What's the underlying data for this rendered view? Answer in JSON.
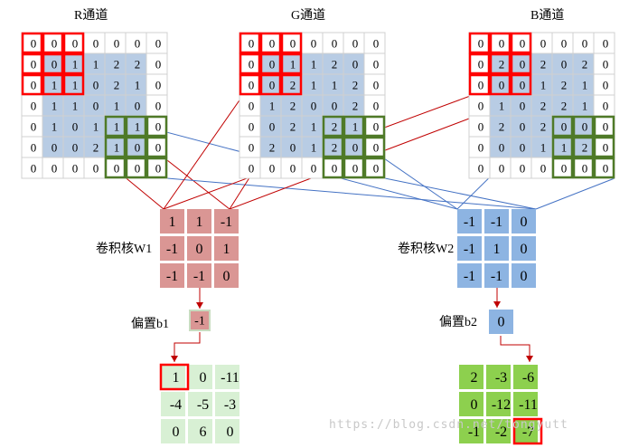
{
  "titles": {
    "r": "R通道",
    "g": "G通道",
    "b": "B通道"
  },
  "labels": {
    "kernel1": "卷积核W1",
    "kernel2": "卷积核W2",
    "bias1": "偏置b1",
    "bias2": "偏置b2"
  },
  "watermark": "https://blog.csdn.net/tongyutt",
  "channels": {
    "r": [
      [
        "0",
        "0",
        "0",
        "0",
        "0",
        "0",
        "0"
      ],
      [
        "0",
        "0",
        "1",
        "1",
        "2",
        "2",
        "0"
      ],
      [
        "0",
        "1",
        "1",
        "0",
        "2",
        "1",
        "0"
      ],
      [
        "0",
        "1",
        "1",
        "0",
        "1",
        "0",
        "0"
      ],
      [
        "0",
        "1",
        "0",
        "1",
        "1",
        "1",
        "0"
      ],
      [
        "0",
        "0",
        "0",
        "2",
        "1",
        "0",
        "0"
      ],
      [
        "0",
        "0",
        "0",
        "0",
        "0",
        "0",
        "0"
      ]
    ],
    "g": [
      [
        "0",
        "0",
        "0",
        "0",
        "0",
        "0",
        "0"
      ],
      [
        "0",
        "0",
        "1",
        "1",
        "2",
        "0",
        "0"
      ],
      [
        "0",
        "0",
        "2",
        "1",
        "1",
        "2",
        "0"
      ],
      [
        "0",
        "1",
        "2",
        "0",
        "0",
        "2",
        "0"
      ],
      [
        "0",
        "0",
        "2",
        "1",
        "2",
        "1",
        "0"
      ],
      [
        "0",
        "2",
        "0",
        "1",
        "2",
        "0",
        "0"
      ],
      [
        "0",
        "0",
        "0",
        "0",
        "0",
        "0",
        "0"
      ]
    ],
    "b": [
      [
        "0",
        "0",
        "0",
        "0",
        "0",
        "0",
        "0"
      ],
      [
        "0",
        "2",
        "0",
        "2",
        "0",
        "2",
        "0"
      ],
      [
        "0",
        "0",
        "0",
        "1",
        "2",
        "1",
        "0"
      ],
      [
        "0",
        "1",
        "0",
        "2",
        "2",
        "1",
        "0"
      ],
      [
        "0",
        "2",
        "0",
        "2",
        "0",
        "0",
        "0"
      ],
      [
        "0",
        "0",
        "0",
        "1",
        "1",
        "2",
        "0"
      ],
      [
        "0",
        "0",
        "0",
        "0",
        "0",
        "0",
        "0"
      ]
    ]
  },
  "kernels": {
    "w1": [
      [
        "1",
        "1",
        "-1"
      ],
      [
        "-1",
        "0",
        "1"
      ],
      [
        "-1",
        "-1",
        "0"
      ]
    ],
    "w2": [
      [
        "-1",
        "-1",
        "0"
      ],
      [
        "-1",
        "1",
        "0"
      ],
      [
        "-1",
        "-1",
        "0"
      ]
    ]
  },
  "biases": {
    "b1": "-1",
    "b2": "0"
  },
  "outputs": {
    "o1": [
      [
        "1",
        "0",
        "-11"
      ],
      [
        "-4",
        "-5",
        "-3"
      ],
      [
        "0",
        "6",
        "0"
      ]
    ],
    "o2": [
      [
        "2",
        "-3",
        "-6"
      ],
      [
        "0",
        "-12",
        "-11"
      ],
      [
        "-1",
        "-2",
        "-7"
      ]
    ]
  },
  "colors": {
    "channel_fill": "#b8cce4",
    "kernel1_fill": "#da9694",
    "kernel2_fill": "#8db4e2",
    "output1_fill": "#d8f0d4",
    "output2_fill": "#8dd04e",
    "highlight_red": "#ff0000",
    "highlight_green": "#4f7a28",
    "line_red": "#c00000",
    "line_blue": "#4472c4"
  }
}
